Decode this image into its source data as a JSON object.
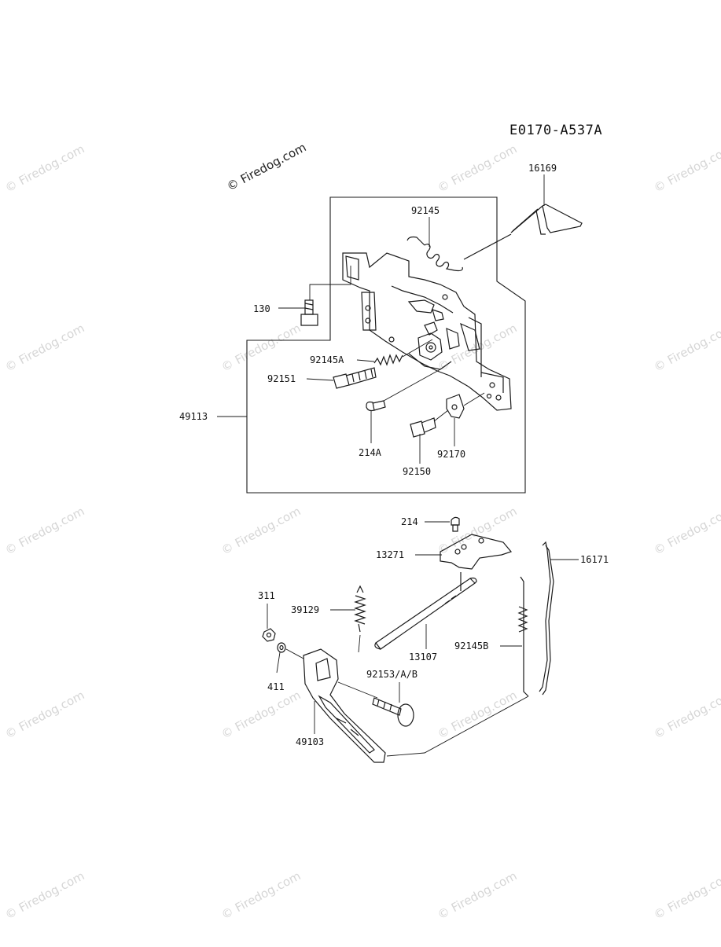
{
  "diagram": {
    "code": "E0170-A537A",
    "watermark_main": "© Firedog.com",
    "watermark_repeat": "© Firedog.com",
    "labels": [
      {
        "id": "16169",
        "text": "16169"
      },
      {
        "id": "92145",
        "text": "92145"
      },
      {
        "id": "130",
        "text": "130"
      },
      {
        "id": "92145A",
        "text": "92145A"
      },
      {
        "id": "92151",
        "text": "92151"
      },
      {
        "id": "49113",
        "text": "49113"
      },
      {
        "id": "214A",
        "text": "214A"
      },
      {
        "id": "92170",
        "text": "92170"
      },
      {
        "id": "92150",
        "text": "92150"
      },
      {
        "id": "214",
        "text": "214"
      },
      {
        "id": "13271",
        "text": "13271"
      },
      {
        "id": "16171",
        "text": "16171"
      },
      {
        "id": "311",
        "text": "311"
      },
      {
        "id": "39129",
        "text": "39129"
      },
      {
        "id": "92145B",
        "text": "92145B"
      },
      {
        "id": "13107",
        "text": "13107"
      },
      {
        "id": "92153AB",
        "text": "92153/A/B"
      },
      {
        "id": "411",
        "text": "411"
      },
      {
        "id": "49103",
        "text": "49103"
      }
    ]
  }
}
